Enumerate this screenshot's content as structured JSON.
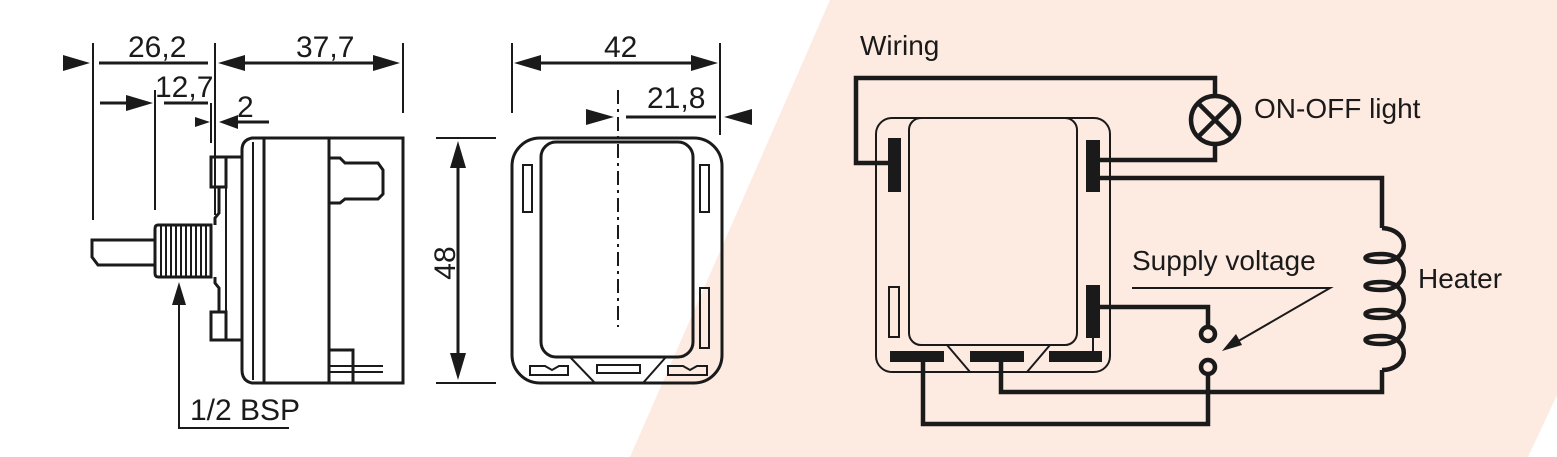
{
  "colors": {
    "background_panel": "#fdeae1",
    "line": "#1a1a1a"
  },
  "side_view": {
    "dim_total_left": "26,2",
    "dim_body": "37,7",
    "dim_thread": "12,7",
    "dim_flange": "2",
    "thread_label": "1/2 BSP"
  },
  "front_view": {
    "dim_width": "42",
    "dim_half_width": "21,8",
    "dim_height": "48"
  },
  "wiring": {
    "title": "Wiring",
    "lamp_label": "ON-OFF light",
    "supply_label": "Supply voltage",
    "heater_label": "Heater"
  }
}
